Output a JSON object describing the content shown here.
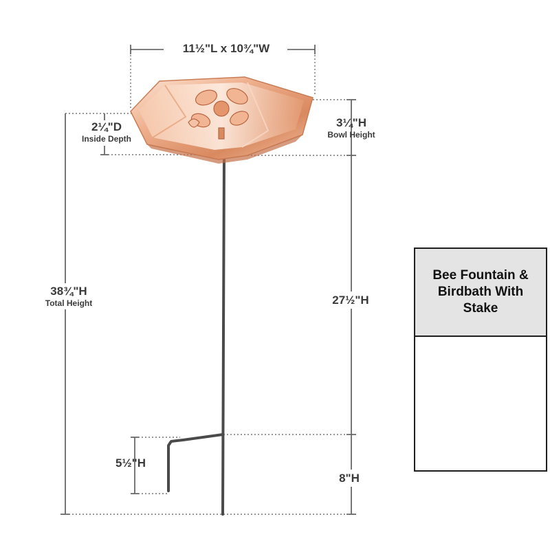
{
  "product": {
    "title": "Bee Fountain & Birdbath With Stake"
  },
  "dimensions": {
    "width": "11½\"L x 10¾\"W",
    "inside_depth": "2¼\"D",
    "inside_depth_label": "Inside Depth",
    "bowl_height": "3¼\"H",
    "bowl_height_label": "Bowl Height",
    "total_height": "38¾\"H",
    "total_height_label": "Total Height",
    "pole_height": "27½\"H",
    "foot_height": "5½\"H",
    "stake_depth": "8\"H"
  },
  "colors": {
    "copper": "#e9a37f",
    "copper_highlight": "#fde3d2",
    "copper_shadow": "#b8663f",
    "stake": "#4a4a4a",
    "dim_line": "#555555",
    "card_header_bg": "#e4e4e4"
  }
}
